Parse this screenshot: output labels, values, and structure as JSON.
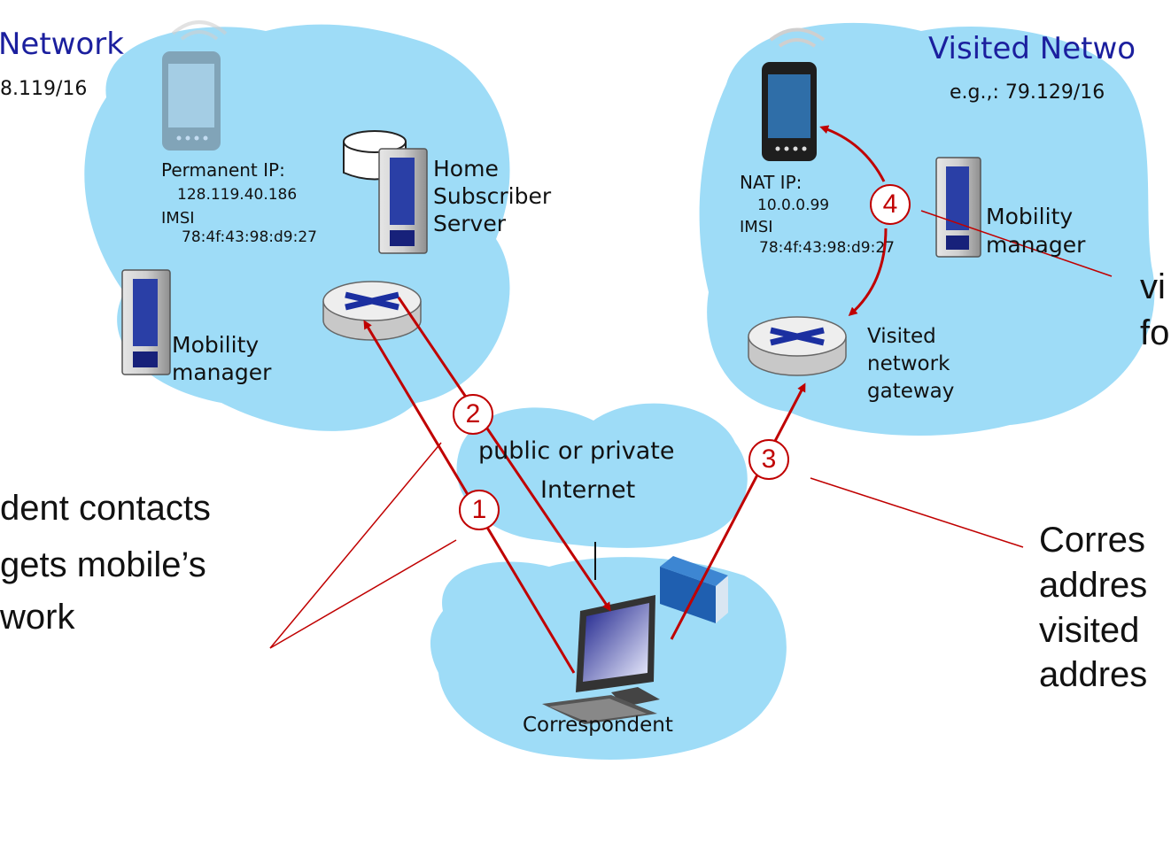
{
  "home_network": {
    "title": "Network",
    "prefix": "8.119/16",
    "mobile_label": "Permanent IP:",
    "mobile_ip": "128.119.40.186",
    "imsi_label": "IMSI",
    "imsi_value": "78:4f:43:98:d9:27",
    "hss_line1": "Home",
    "hss_line2": "Subscriber",
    "hss_line3": "Server",
    "mm_line1": "Mobility",
    "mm_line2": "manager"
  },
  "visited_network": {
    "title": "Visited Netwo",
    "prefix": "e.g.,: 79.129/16",
    "nat_label": "NAT IP:",
    "nat_ip": "10.0.0.99",
    "imsi_label": "IMSI",
    "imsi_value": "78:4f:43:98:d9:27",
    "mm_line1": "Mobility",
    "mm_line2": "manager",
    "gw_line1": "Visited",
    "gw_line2": "network",
    "gw_line3": "gateway"
  },
  "internet": {
    "line1": "public or  private",
    "line2": "Internet"
  },
  "correspondent": {
    "label": "Correspondent"
  },
  "steps": [
    "1",
    "2",
    "3",
    "4"
  ],
  "annotations": {
    "left": [
      "dent contacts",
      "gets mobile’s",
      "work"
    ],
    "right_bottom": [
      "Corres",
      "addres",
      "visited",
      "addres"
    ],
    "right_top": [
      "vi",
      "fo"
    ]
  },
  "colors": {
    "cloud": "#9edcf7",
    "arrow": "#c00000",
    "title_blue": "#1b1f9e"
  }
}
